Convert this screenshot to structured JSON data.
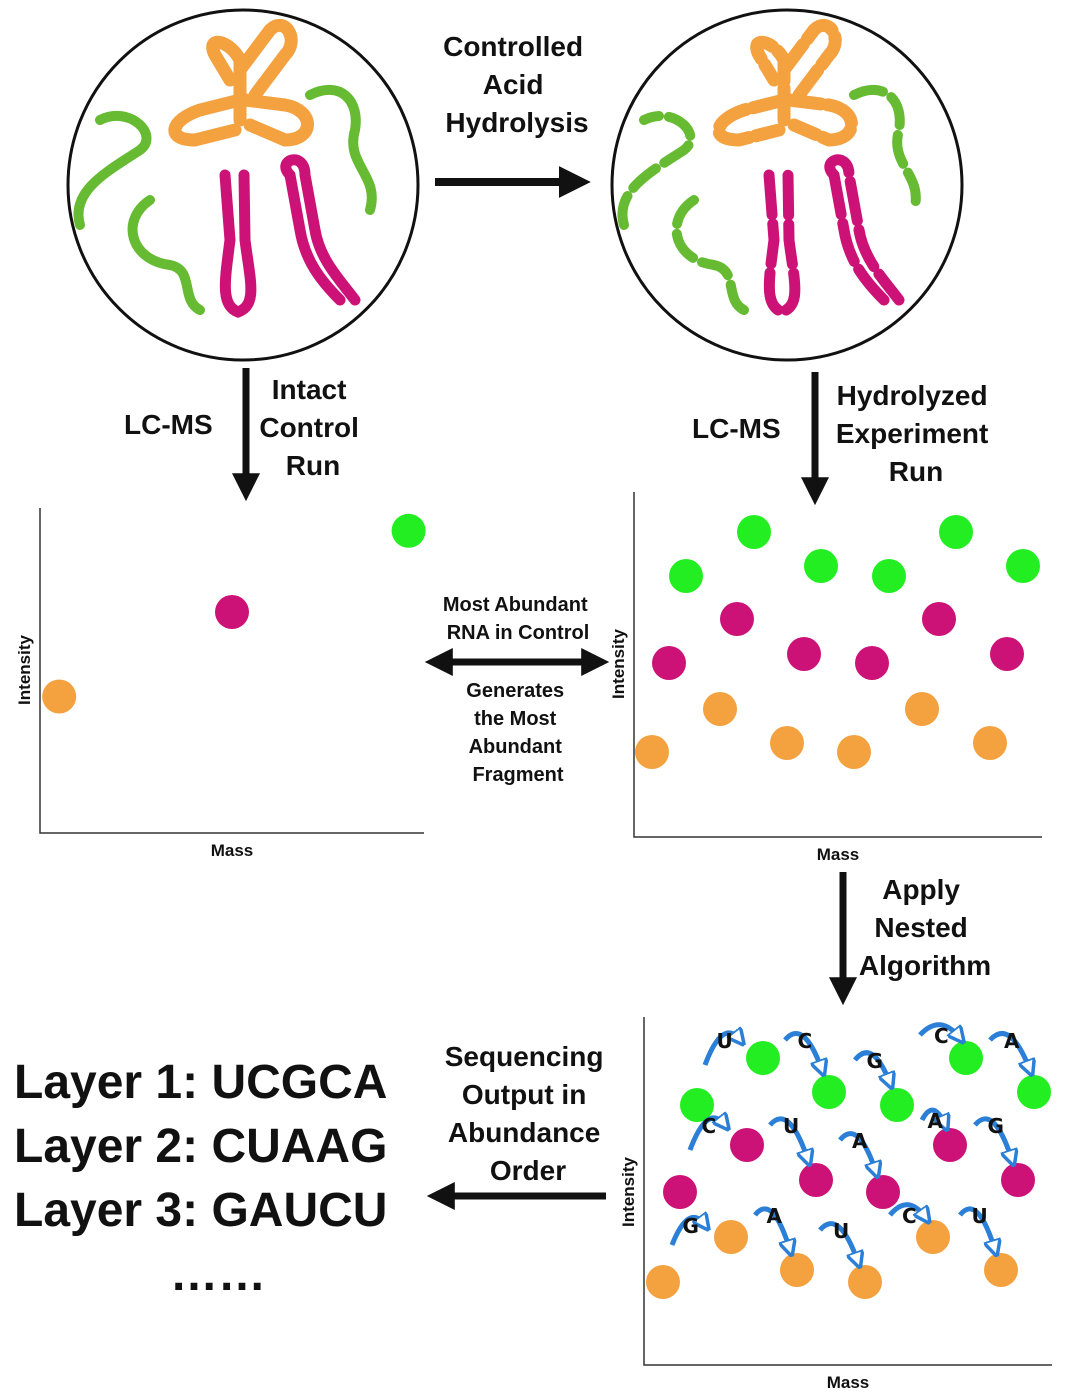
{
  "colors": {
    "green": "#22ee22",
    "magenta": "#cc1177",
    "orange": "#f4a140",
    "arrow_blue": "#2b7fd6",
    "text": "#111111"
  },
  "top": {
    "hydrolysis_label": [
      "Controlled",
      "Acid",
      "Hydrolysis"
    ]
  },
  "left_flow": {
    "method": "LC-MS",
    "run_label": [
      "Intact",
      "Control",
      "Run"
    ]
  },
  "right_flow": {
    "method": "LC-MS",
    "run_label": [
      "Hydrolyzed",
      "Experiment",
      "Run"
    ]
  },
  "middle": {
    "top_caption": [
      "Most Abundant",
      "RNA in Control"
    ],
    "bottom_caption": [
      "Generates",
      "the Most",
      "Abundant",
      "Fragment"
    ]
  },
  "algorithm_label": [
    "Apply",
    "Nested",
    "Algorithm"
  ],
  "output_label": [
    "Sequencing",
    "Output in",
    "Abundance",
    "Order"
  ],
  "layers": [
    "Layer 1: UCGCA",
    "Layer 2: CUAAG",
    "Layer 3: GAUCU",
    "……"
  ],
  "plot_control": {
    "xlabel": "Mass",
    "ylabel": "Intensity",
    "points": [
      {
        "color": "orange",
        "mass": 0.05,
        "intensity": 0.42
      },
      {
        "color": "magenta",
        "mass": 0.5,
        "intensity": 0.68
      },
      {
        "color": "green",
        "mass": 0.96,
        "intensity": 0.93
      }
    ]
  },
  "plot_hydrolyzed": {
    "xlabel": "Mass",
    "ylabel": "Intensity"
  },
  "plot_sequenced": {
    "xlabel": "Mass",
    "ylabel": "Intensity",
    "nucleotide_labels": {
      "green": [
        "U",
        "C",
        "G",
        "C",
        "A"
      ],
      "magenta": [
        "C",
        "U",
        "A",
        "A",
        "G"
      ],
      "orange": [
        "G",
        "A",
        "U",
        "C",
        "U"
      ]
    }
  }
}
